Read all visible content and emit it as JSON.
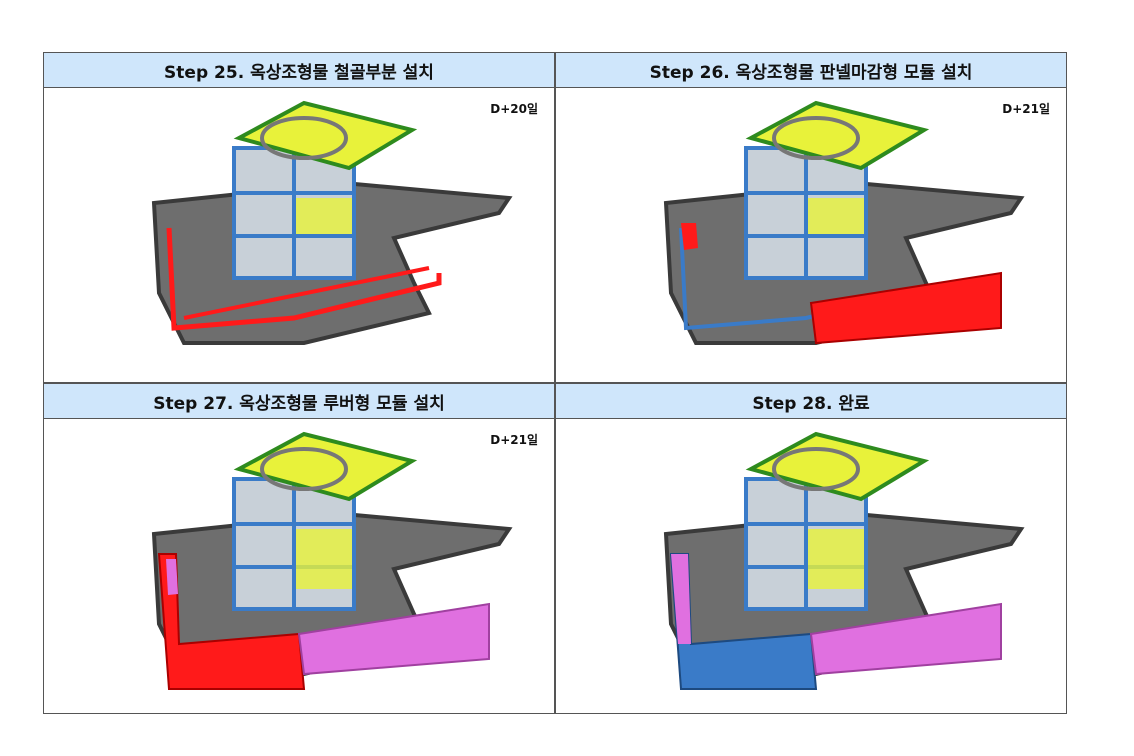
{
  "steps": [
    {
      "title": "Step 25. 옥상조형물 철골부분 설치",
      "day": "D+20일"
    },
    {
      "title": "Step 26. 옥상조형물 판넬마감형 모듈 설치",
      "day": "D+21일"
    },
    {
      "title": "Step 27. 옥상조형물 루버형 모듈 설치",
      "day": "D+21일"
    },
    {
      "title": "Step 28. 완료",
      "day": ""
    }
  ],
  "colors": {
    "header_bg": "#cfe6fb",
    "slab": "#6e6e6e",
    "slab_edge": "#3a3a3a",
    "roof_fill": "#e8f23a",
    "roof_frame": "#2e8b1e",
    "frame_blue": "#3a7bc8",
    "highlight_red": "#ff1a1a",
    "panel_pink": "#e070e0"
  }
}
